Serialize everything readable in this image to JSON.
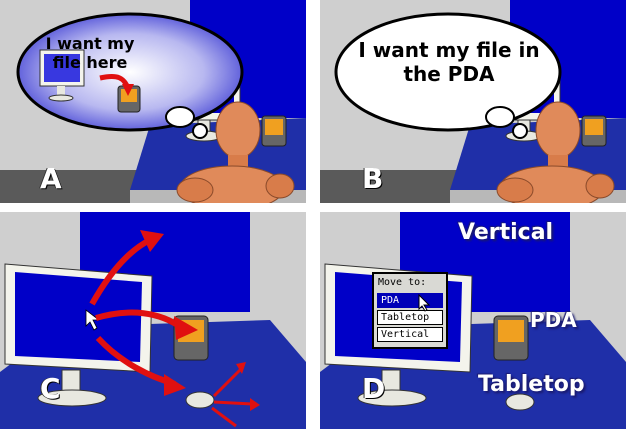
{
  "panels": {
    "a": {
      "letter": "A",
      "bubble_text": "I want my file here"
    },
    "b": {
      "letter": "B",
      "bubble_text": "I want my file in the PDA"
    },
    "c": {
      "letter": "C"
    },
    "d": {
      "letter": "D",
      "menu": {
        "title": "Move to:",
        "items": [
          "PDA",
          "Tabletop",
          "Vertical"
        ],
        "selected": "PDA"
      },
      "labels": {
        "vertical": "Vertical",
        "pda": "PDA",
        "tabletop": "Tabletop"
      }
    }
  },
  "colors": {
    "screen_blue": "#0000c8",
    "table_blue": "#1f2fa8",
    "arrow_red": "#e01010",
    "pda_orange": "#f0a020",
    "wall_gray": "#cfcfcf",
    "floor_gray": "#5a5a5a",
    "figure_skin": "#e08a5a"
  },
  "icons": [
    "arrow-cursor-icon",
    "pda-device-icon",
    "mouse-icon",
    "monitor-icon",
    "red-arrow-icon"
  ]
}
